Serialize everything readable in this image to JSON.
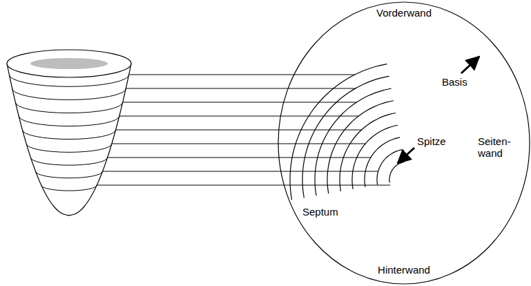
{
  "diagram": {
    "labels": [
      "Vorderwand",
      "Basis",
      "Spitze",
      "Seiten- wand",
      "Septum",
      "Hinterwand"
    ]
  }
}
